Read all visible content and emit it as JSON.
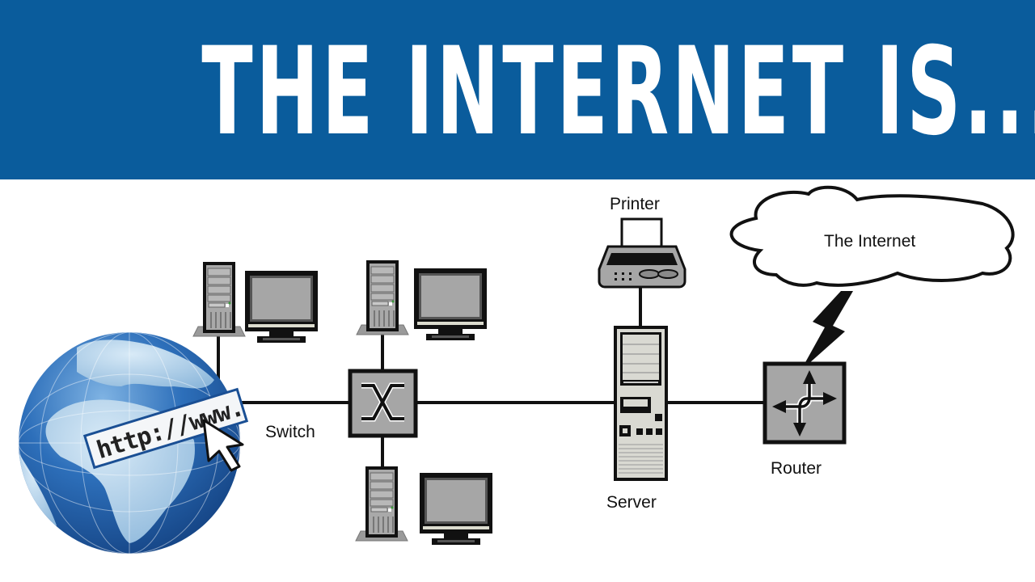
{
  "banner": {
    "title": "THE INTERNET IS...",
    "background_color": "#0a5c9c",
    "text_color": "#ffffff"
  },
  "globe": {
    "address_text": "http://www.",
    "icon": "globe-with-url-bar-and-cursor"
  },
  "nodes": {
    "switch": {
      "label": "Switch",
      "icon": "switch-icon"
    },
    "printer": {
      "label": "Printer",
      "icon": "printer-icon"
    },
    "server": {
      "label": "Server",
      "icon": "server-icon"
    },
    "router": {
      "label": "Router",
      "icon": "router-icon"
    },
    "cloud": {
      "label": "The Internet",
      "icon": "cloud-icon"
    },
    "workstations": [
      {
        "name": "workstation-left",
        "icon": "desktop-computer-icon"
      },
      {
        "name": "workstation-top",
        "icon": "desktop-computer-icon"
      },
      {
        "name": "workstation-bottom",
        "icon": "desktop-computer-icon"
      }
    ]
  },
  "connections": [
    {
      "from": "workstation-left",
      "to": "switch"
    },
    {
      "from": "workstation-top",
      "to": "switch"
    },
    {
      "from": "workstation-bottom",
      "to": "switch"
    },
    {
      "from": "switch",
      "to": "server"
    },
    {
      "from": "printer",
      "to": "server"
    },
    {
      "from": "server",
      "to": "router"
    },
    {
      "from": "router",
      "to": "cloud",
      "type": "wireless-lightning"
    }
  ],
  "colors": {
    "device_gray": "#a6a6a6",
    "device_light": "#d9d9d2",
    "globe_dark": "#1d5aa6",
    "globe_light": "#a9cbe6"
  }
}
